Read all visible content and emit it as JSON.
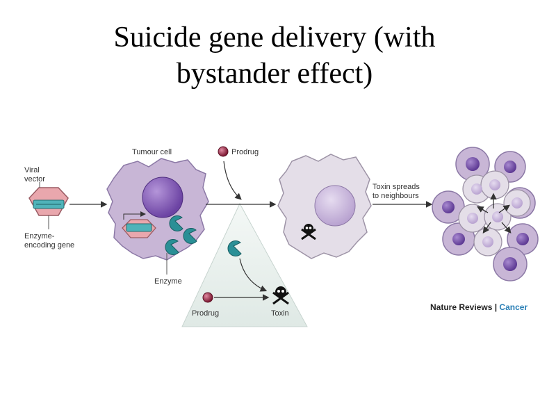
{
  "title": {
    "line1": "Suicide gene delivery (with",
    "line2": "bystander effect)"
  },
  "labels": {
    "viral_vector_1": "Viral",
    "viral_vector_2": "vector",
    "enzyme_gene_1": "Enzyme-",
    "enzyme_gene_2": "encoding gene",
    "tumour_cell": "Tumour cell",
    "enzyme": "Enzyme",
    "prodrug_top": "Prodrug",
    "prodrug_bottom": "Prodrug",
    "toxin": "Toxin",
    "toxin_spreads_1": "Toxin spreads",
    "toxin_spreads_2": "to neighbours"
  },
  "credit": {
    "publisher": "Nature Reviews",
    "separator": " | ",
    "journal": "Cancer"
  },
  "colors": {
    "cell_body": "#c8b6d6",
    "cell_outline": "#8c79a6",
    "nucleus": "#8a63b8",
    "pale_cell": "#e4dee8",
    "pale_nucleus": "#c9b7dc",
    "vector": "#e9a7ad",
    "gene": "#4fb3b9",
    "enzyme": "#2a8f96",
    "prodrug": "#8e1e3a",
    "cone": "#e9f0ee",
    "journal_accent": "#2a7fb6"
  }
}
